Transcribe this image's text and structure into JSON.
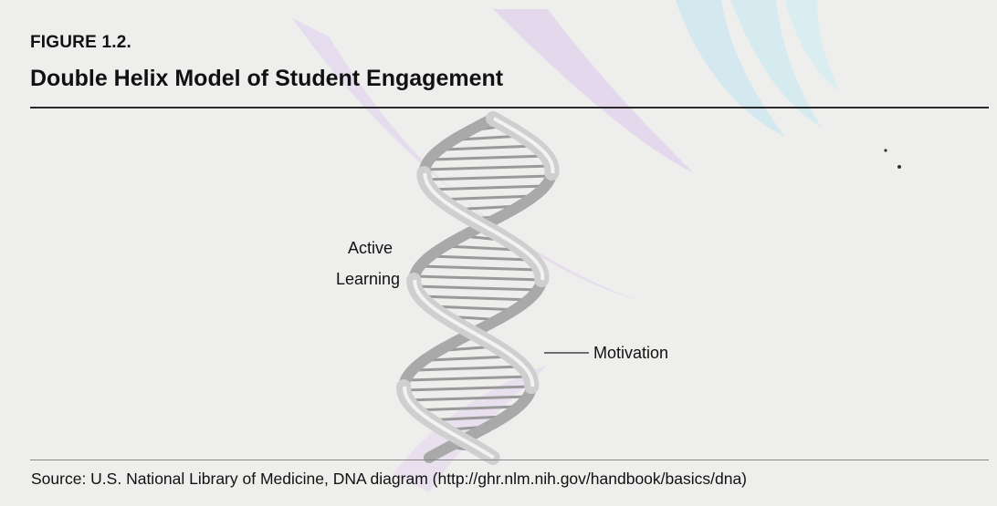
{
  "figure": {
    "label": "FIGURE 1.2.",
    "title": "Double Helix Model of Student Engagement"
  },
  "diagram": {
    "labels": {
      "active": "Active",
      "learning": "Learning",
      "motivation": "Motivation"
    }
  },
  "source": "Source: U.S. National Library of Medicine, DNA diagram (http://ghr.nlm.nih.gov/handbook/basics/dna)",
  "colors": {
    "background": "#eeeeec",
    "text": "#111111",
    "helix_strand": "#bdbdbd",
    "helix_rungs": "#9a9a9a",
    "watermark_purple": "#d9cce8",
    "watermark_blue": "#c9e6ee"
  }
}
